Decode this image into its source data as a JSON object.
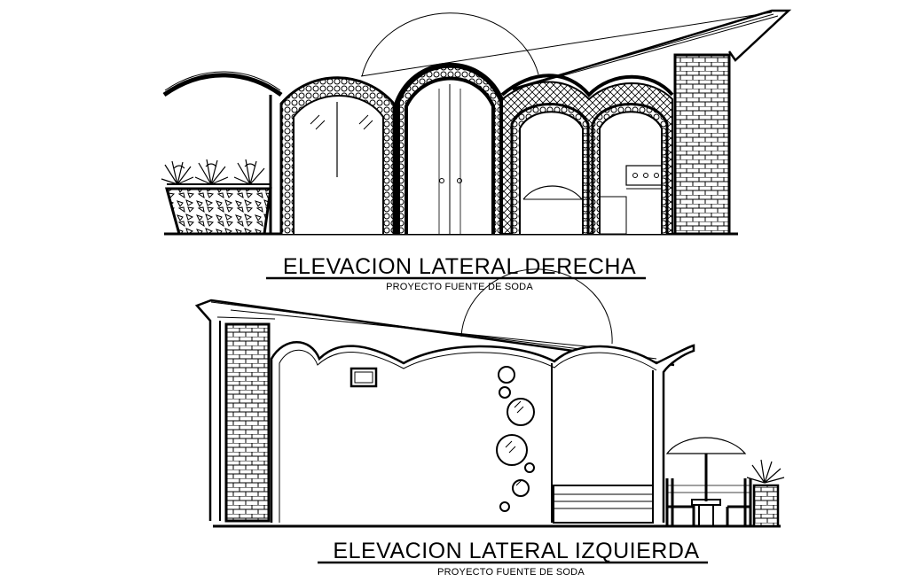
{
  "drawing": {
    "right_elevation": {
      "title": "ELEVACION LATERAL DERECHA",
      "subtitle": "PROYECTO FUENTE DE SODA"
    },
    "left_elevation": {
      "title": "ELEVACION LATERAL IZQUIERDA",
      "subtitle": "PROYECTO FUENTE DE SODA"
    }
  },
  "colors": {
    "line": "#000000",
    "background": "#ffffff"
  }
}
